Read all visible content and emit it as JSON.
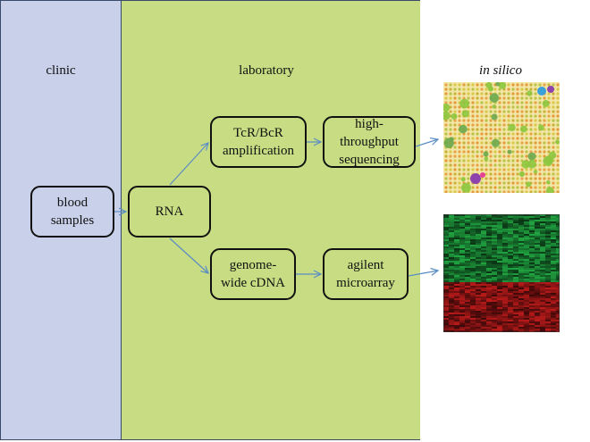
{
  "panels": {
    "clinic": {
      "label": "clinic"
    },
    "laboratory": {
      "label": "laboratory"
    },
    "in_silico": {
      "label": "in silico"
    }
  },
  "nodes": {
    "blood_samples": "blood\nsamples",
    "rna": "RNA",
    "tcr_bcr_amplification": "TcR/BcR\namplification",
    "high_throughput_sequencing": "high-\nthroughput\nsequencing",
    "genome_wide_cdna": "genome-\nwide cDNA",
    "agilent_microarray": "agilent\nmicroarray"
  },
  "outputs": {
    "sequencing_image": "sequencing-repertoire-image",
    "microarray_image": "microarray-heatmap-image"
  },
  "colors": {
    "clinic_panel": "#c9d1ea",
    "laboratory_panel": "#c8dd83",
    "arrow": "#5a8cc4",
    "heatmap_green": "#1e9a3c",
    "heatmap_red": "#b01818"
  }
}
